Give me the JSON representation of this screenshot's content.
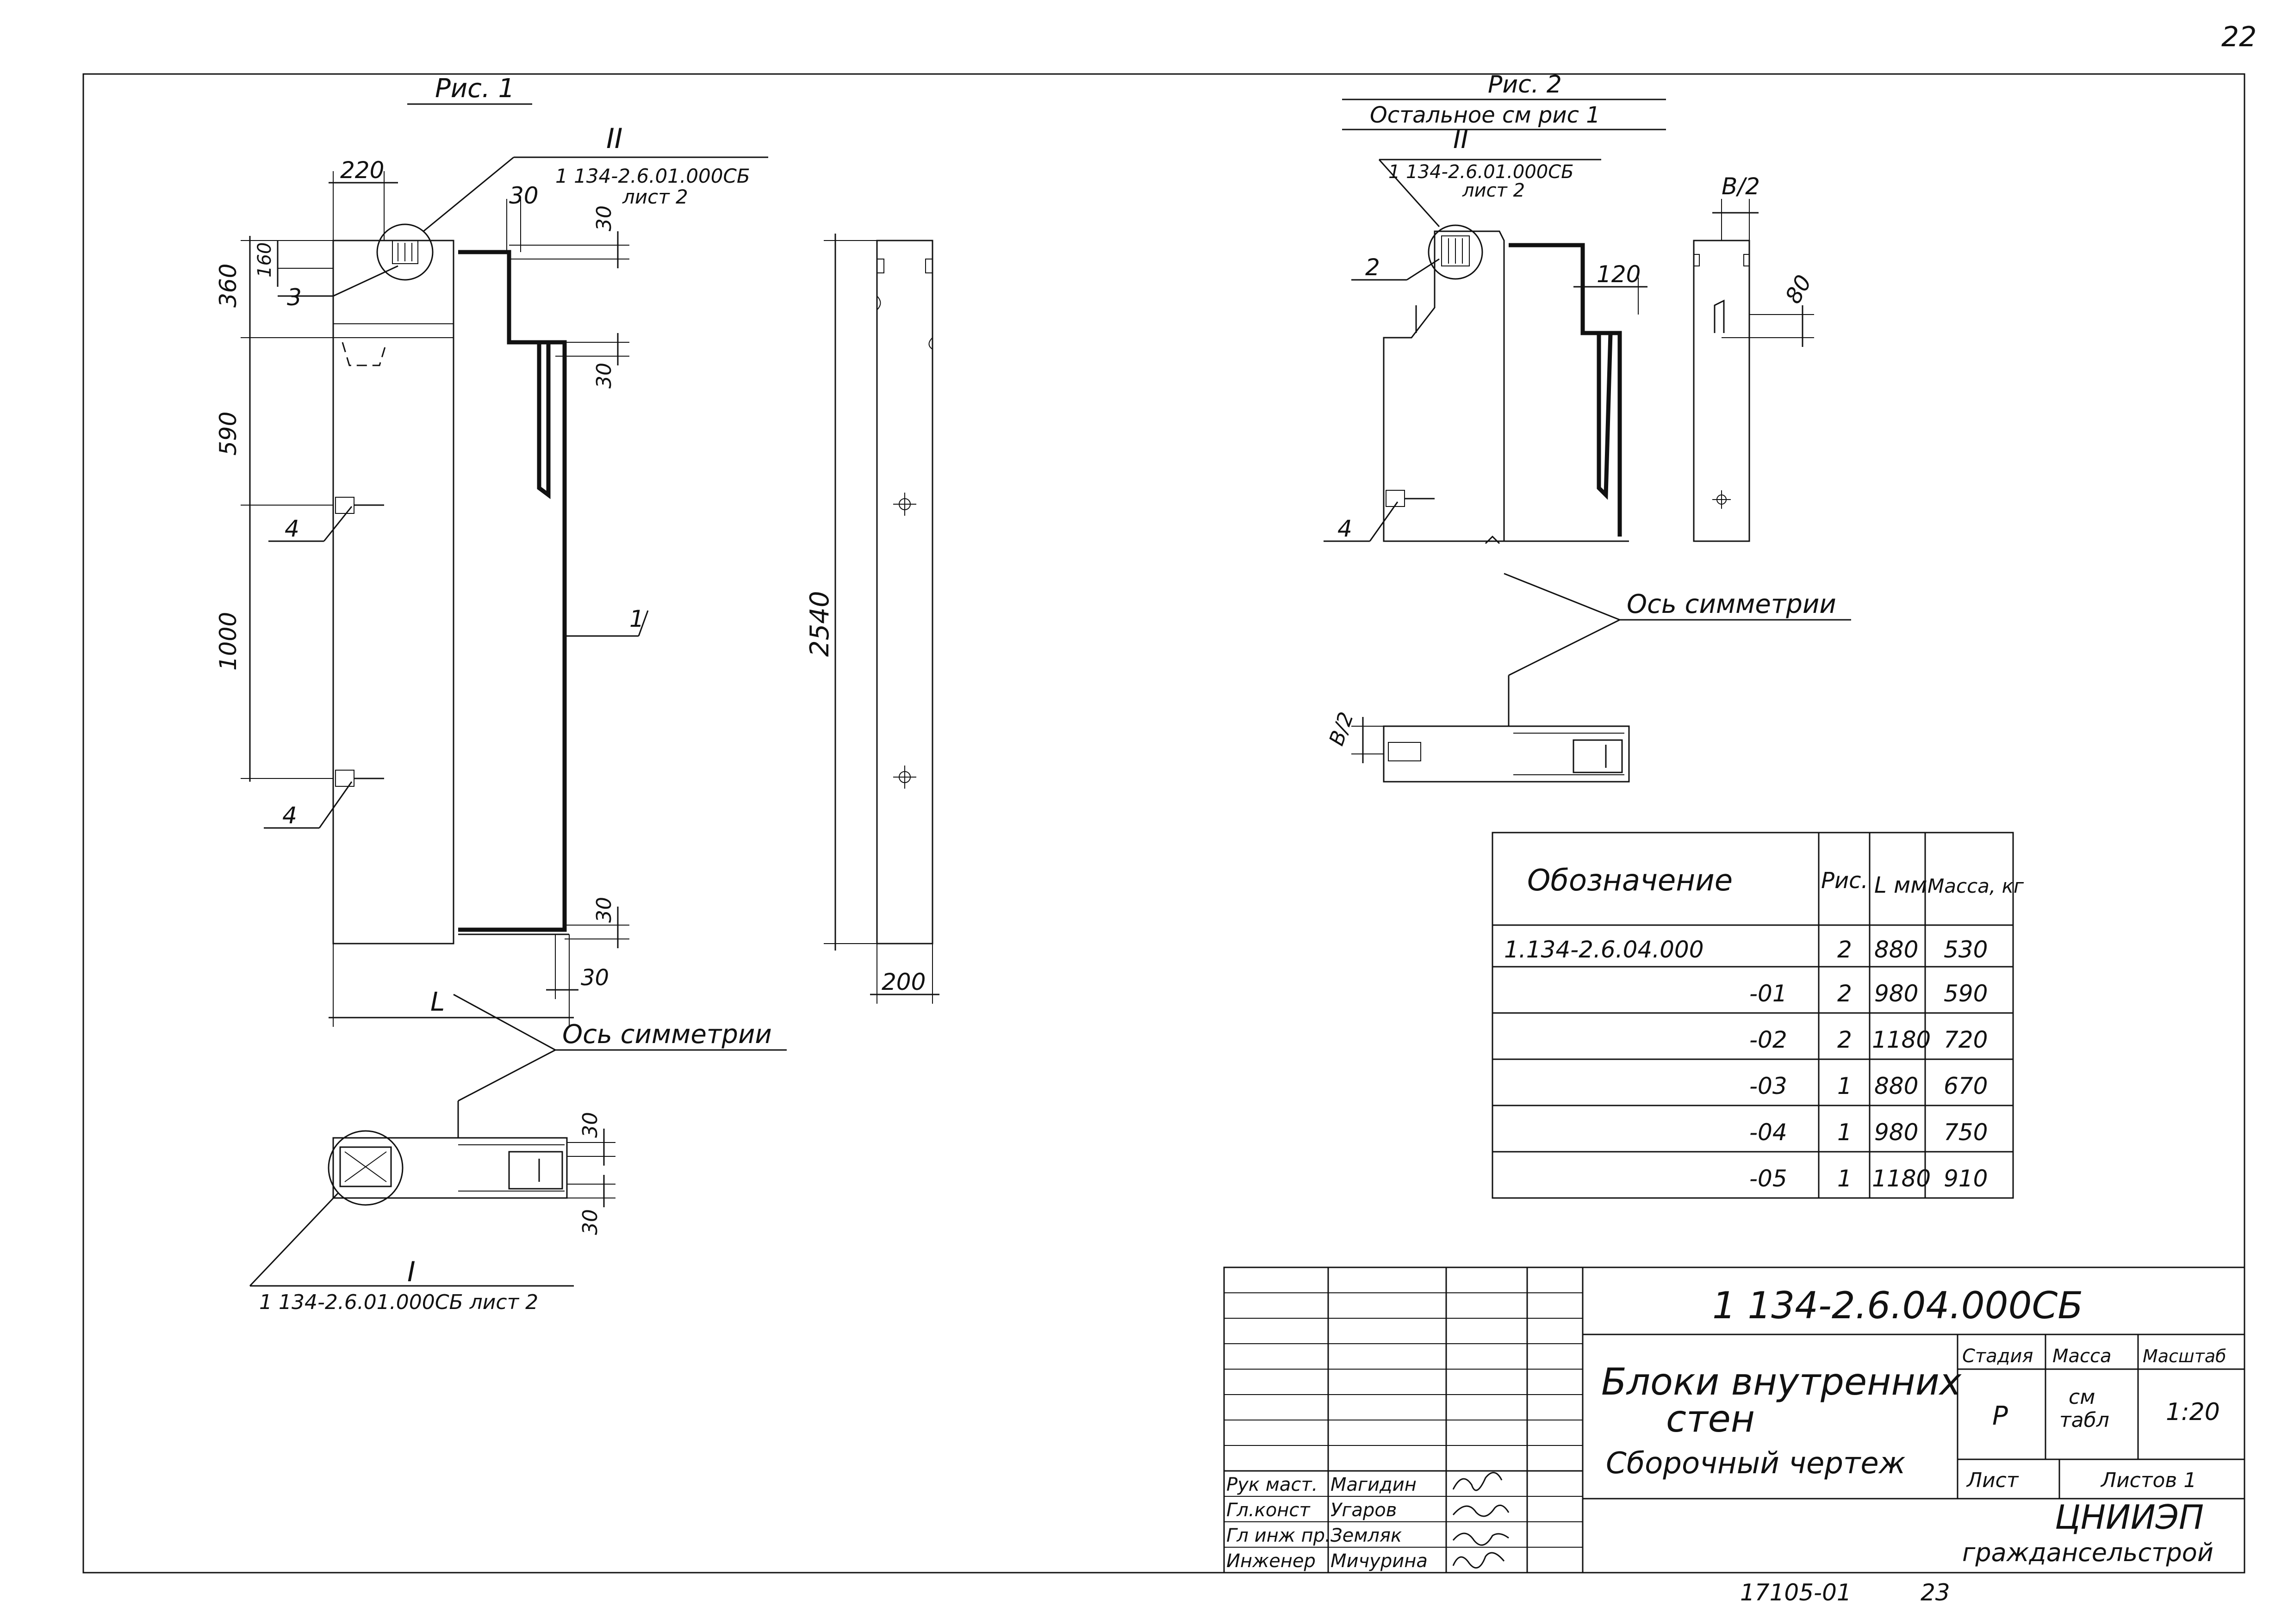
{
  "page_number": "22",
  "figures": {
    "fig1": {
      "title": "Рис. 1",
      "ref_top": {
        "roman": "II",
        "code": "1 134-2.6.01.000СБ",
        "sheet": "лист 2"
      },
      "ref_bottom": {
        "roman": "I",
        "text": "1 134-2.6.01.000СБ лист 2"
      },
      "dims": {
        "d220": "220",
        "d30a": "30",
        "d30b": "30",
        "d30c": "30",
        "d360": "360",
        "d160": "160",
        "d590": "590",
        "d1000": "1000",
        "d30d": "30",
        "d30e": "30",
        "dL": "L",
        "d2540": "2540",
        "d200": "200",
        "d30f": "30",
        "d30g": "30"
      },
      "callouts": {
        "c3": "3",
        "c4a": "4",
        "c4b": "4",
        "c1": "1"
      },
      "axis_label": "Ось симметрии"
    },
    "fig2": {
      "title": "Рис. 2",
      "subtitle": "Остальное см рис 1",
      "ref": {
        "roman": "II",
        "code": "1 134-2.6.01.000СБ",
        "sheet": "лист 2"
      },
      "dims": {
        "b2a": "B/2",
        "d120": "120",
        "d80": "80",
        "b2b": "B/2"
      },
      "callouts": {
        "c2": "2",
        "c4": "4"
      },
      "axis_label": "Ось симметрии"
    }
  },
  "table": {
    "headers": [
      "Обозначение",
      "Рис.",
      "L мм",
      "Масса, кг"
    ],
    "rows": [
      [
        "1.134-2.6.04.000",
        "2",
        "880",
        "530"
      ],
      [
        "-01",
        "2",
        "980",
        "590"
      ],
      [
        "-02",
        "2",
        "1180",
        "720"
      ],
      [
        "-03",
        "1",
        "880",
        "670"
      ],
      [
        "-04",
        "1",
        "980",
        "750"
      ],
      [
        "-05",
        "1",
        "1180",
        "910"
      ]
    ]
  },
  "title_block": {
    "doc_code": "1 134-2.6.04.000СБ",
    "name_line1": "Блоки внутренних",
    "name_line2": "стен",
    "name_line3": "Сборочный чертеж",
    "stage_h": "Стадия",
    "mass_h": "Масса",
    "scale_h": "Масштаб",
    "stage": "Р",
    "mass_1": "см",
    "mass_2": "табл",
    "scale": "1:20",
    "sheet_h": "Лист",
    "sheets_h": "Листов 1",
    "org1": "ЦНИИЭП",
    "org2": "граждансельстрой",
    "staff": [
      {
        "role": "Рук маст.",
        "name": "Магидин"
      },
      {
        "role": "Гл.конст",
        "name": "Угаров"
      },
      {
        "role": "Гл инж пр.",
        "name": "Земляк"
      },
      {
        "role": "Инженер",
        "name": "Мичурина"
      }
    ]
  },
  "footer": {
    "archive": "17105-01",
    "page": "23"
  }
}
